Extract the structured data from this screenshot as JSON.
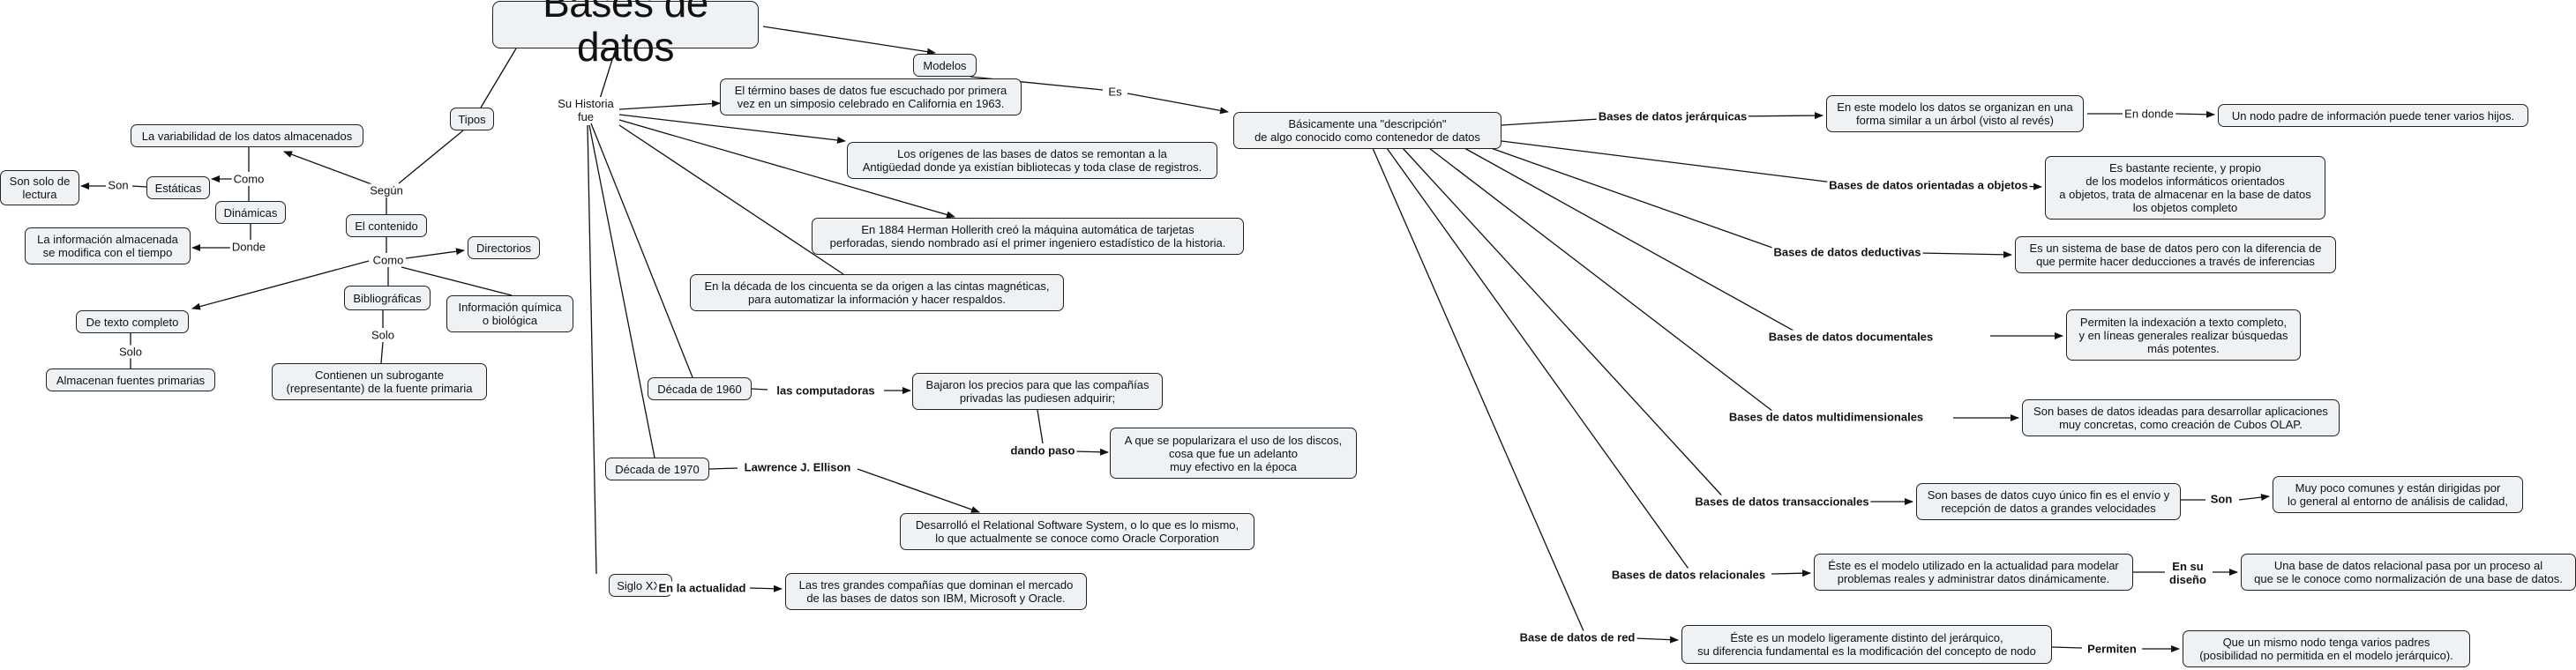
{
  "title": "Bases de datos",
  "nodes": {
    "modelos": "Modelos",
    "tipos": "Tipos",
    "el_contenido": "El contenido",
    "variabilidad": "La variabilidad de los datos almacenados",
    "estaticas": "Estáticas",
    "son_solo_lectura": "Son solo de\nlectura",
    "dinamicas": "Dinámicas",
    "info_modifica": "La información almacenada\nse modifica con el tiempo",
    "directorios": "Directorios",
    "bibliograficas": "Bibliográficas",
    "info_quimica": "Información química\no biológica",
    "texto_completo": "De texto completo",
    "almacenan_fuentes": "Almacenan fuentes primarias",
    "subrogante": "Contienen un subrogante\n(representante) de la fuente primaria",
    "termino": "El término bases de datos fue escuchado por primera\nvez  en un simposio celebrado en California en 1963.",
    "origenes": "Los orígenes de las bases de datos se remontan a la\nAntigüedad donde ya existían bibliotecas y toda clase de registros.",
    "hollerith": "En 1884 Herman Hollerith creó la máquina automática de tarjetas\nperforadas, siendo nombrado así el primer ingeniero estadístico de la historia.",
    "cincuenta": "En la década de los cincuenta se da origen a las cintas magnéticas,\npara automatizar la información y hacer respaldos.",
    "decada_1960": "Década de 1960",
    "bajaron": "Bajaron los precios para que las compañías\nprivadas las pudiesen adquirir;",
    "popularizara": "A que se popularizara el uso de los discos,\ncosa que fue un adelanto\nmuy efectivo en la época",
    "decada_1970": "Década de 1970",
    "desarrollo": "Desarrolló el Relational Software System, o lo que es lo mismo,\nlo que actualmente se conoce como Oracle Corporation",
    "siglo_xxi": "Siglo XXI",
    "tres_grandes": "Las tres grandes compañías que dominan el mercado\nde las bases de datos son IBM, Microsoft y Oracle.",
    "descripcion": "Básicamente una \"descripción\"\nde algo conocido como contenedor de datos",
    "jer_desc": "En este modelo los datos se organizan en una\nforma similar a un árbol (visto al revés)",
    "nodo_padre": "Un nodo padre de información puede tener varios hijos.",
    "obj_desc": "Es bastante reciente, y propio\nde los modelos informáticos orientados\na objetos, trata de almacenar en la base de datos\nlos objetos completo",
    "ded_desc": "Es un sistema de base de datos pero con la diferencia de\nque permite hacer deducciones a través de inferencias",
    "doc_desc": "Permiten la indexación a texto completo,\ny en líneas generales realizar búsquedas\nmás potentes.",
    "multi_desc": "Son bases de datos ideadas para desarrollar aplicaciones\nmuy concretas, como creación de Cubos OLAP.",
    "trans_desc": "Son bases de datos cuyo único fin es el envío y\nrecepción de datos a grandes velocidades",
    "trans_son": "Muy poco comunes y están dirigidas por\nlo general al entorno de análisis de calidad,",
    "rel_desc": "Éste es el modelo utilizado en la actualidad para modelar\nproblemas reales y administrar datos dinámicamente.",
    "rel_diseno": "Una base de datos relacional pasa por un proceso al\nque se le conoce como normalización de una base de datos.",
    "red_desc": "Éste es un modelo ligeramente distinto del jerárquico,\nsu diferencia fundamental es la modificación del concepto de nodo",
    "red_permiten": "Que un mismo nodo tenga varios padres\n(posibilidad no permitida en el modelo jerárquico)."
  },
  "labels": {
    "su_historia_fue": "Su Historia\nfue",
    "es": "Es",
    "segun": "Según",
    "como_1": "Como",
    "son": "Son",
    "donde": "Donde",
    "como_2": "Como",
    "solo_1": "Solo",
    "solo_2": "Solo",
    "las_computadoras": "las computadoras",
    "dando_paso": "dando paso",
    "lawrence": "Lawrence J. Ellison",
    "en_la_actualidad": "En la actualidad",
    "jerarquicas": "Bases de datos jerárquicas",
    "en_donde": "En donde",
    "orientadas_objetos": "Bases de datos orientadas a objetos",
    "deductivas": "Bases de datos deductivas",
    "documentales": "Bases de datos documentales",
    "multidimensionales": "Bases de datos multidimensionales",
    "transaccionales": "Bases de datos transaccionales",
    "son_2": "Son",
    "relacionales": "Bases de datos relacionales",
    "en_su_diseno": "En su\ndiseño",
    "base_red": "Base de datos de red",
    "permiten": "Permiten"
  }
}
